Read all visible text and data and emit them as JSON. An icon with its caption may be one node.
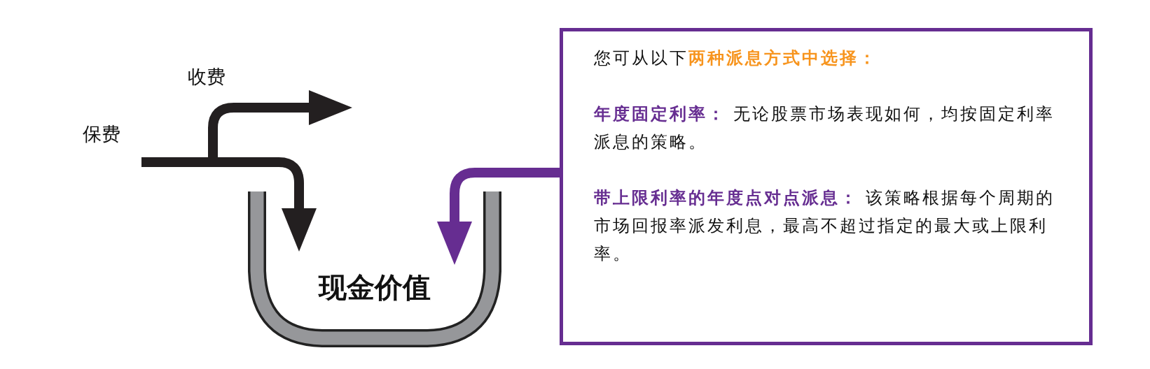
{
  "diagram": {
    "nodes": [
      {
        "text": [
          "保费"
        ]
      },
      {
        "text": [
          "现金价值"
        ]
      },
      {
        "text": [
          "您可从以下**两种派息方式中选择：**",
          "**年度固定利率：** 无论股票市场表现如何，均按固定利率派息的策略。",
          "**带上限利率的年度点对点派息：** 该策略根据每个周期的市场回报率派发利息，最高不超过指定的最大或上限利率。"
        ]
      }
    ],
    "edges": [
      {
        "from": 0,
        "to": 1,
        "arrow": "to"
      },
      {
        "from": 0,
        "to": null,
        "arrow": "to",
        "label": "收费"
      },
      {
        "from": 2,
        "to": 1,
        "arrow": "to",
        "color": "#662d91"
      }
    ]
  }
}
